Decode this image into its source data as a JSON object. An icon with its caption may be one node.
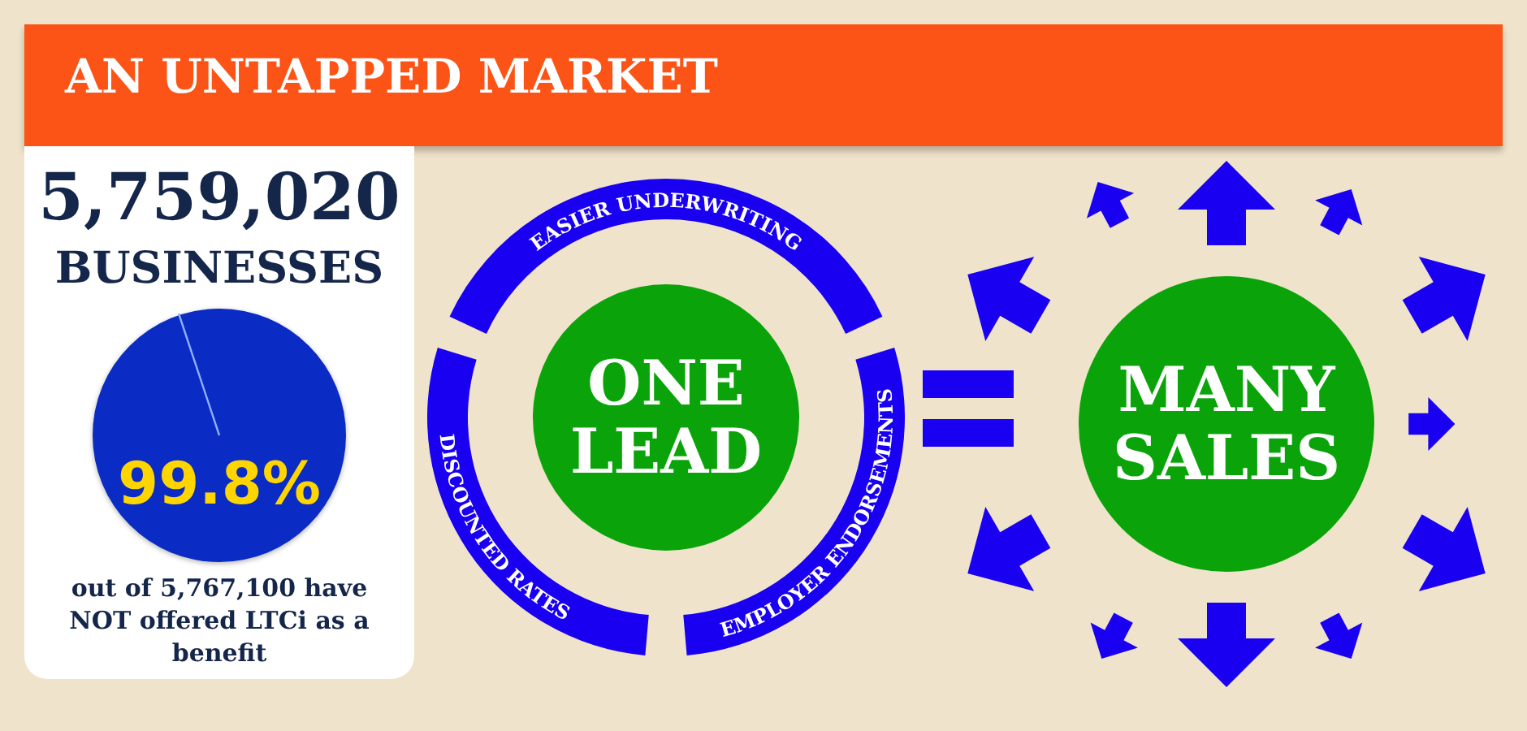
{
  "diagram": {
    "title": "AN UNTAPPED MARKET",
    "nodes": [
      {
        "text": [
          "5,759,020",
          "BUSINESSES",
          "out of 5,767,100 have NOT offered LTCi as a benefit"
        ]
      },
      {
        "text": [
          "99.8%"
        ],
        "in": 0
      },
      {
        "text": [
          "EASIER UNDERWRITING"
        ]
      },
      {
        "text": [
          "DISCOUNTED RATES"
        ]
      },
      {
        "text": [
          "EMPLOYER ENDORSEMENTS"
        ]
      },
      {
        "text": [
          "ONE LEAD"
        ]
      },
      {
        "text": [
          "MANY SALES"
        ]
      }
    ],
    "edges": []
  }
}
